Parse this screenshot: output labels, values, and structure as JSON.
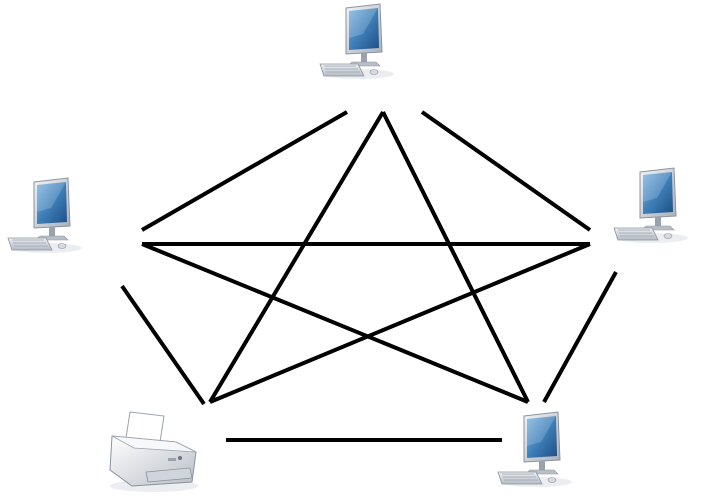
{
  "diagram": {
    "topology": "full-mesh",
    "nodes": [
      {
        "id": "pc-top",
        "kind": "computer-icon"
      },
      {
        "id": "pc-left",
        "kind": "computer-icon"
      },
      {
        "id": "pc-right",
        "kind": "computer-icon"
      },
      {
        "id": "pc-bottom-right",
        "kind": "computer-icon"
      },
      {
        "id": "printer-bottom-left",
        "kind": "printer-icon"
      }
    ],
    "links": [
      [
        "pc-top",
        "pc-left"
      ],
      [
        "pc-top",
        "pc-right"
      ],
      [
        "pc-top",
        "printer-bottom-left"
      ],
      [
        "pc-top",
        "pc-bottom-right"
      ],
      [
        "pc-left",
        "pc-right"
      ],
      [
        "pc-left",
        "pc-bottom-right"
      ],
      [
        "pc-left",
        "printer-bottom-left"
      ],
      [
        "pc-right",
        "printer-bottom-left"
      ],
      [
        "pc-right",
        "pc-bottom-right"
      ],
      [
        "printer-bottom-left",
        "pc-bottom-right"
      ]
    ],
    "colors": {
      "link": "#000000",
      "screen": "#3f7fb8",
      "monitor_frame": "#c9ced6",
      "printer_body": "#e9ebee"
    }
  }
}
